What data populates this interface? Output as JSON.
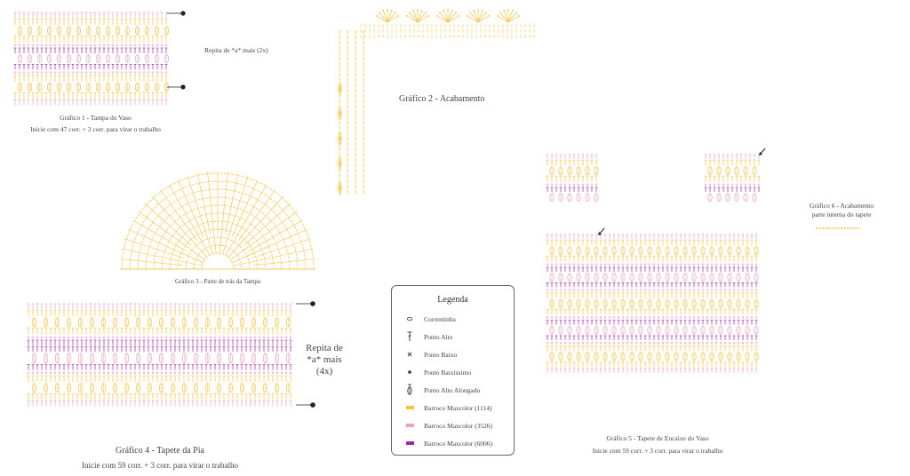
{
  "colors": {
    "yellow": "#f5c242",
    "pink": "#e9a0c4",
    "purple": "#a02aa0",
    "black": "#222222"
  },
  "chart1": {
    "repeat_label": "Repita de *a* mais (2x)",
    "caption_title": "Gráfico 1 - Tampa do Vaso",
    "caption_sub": "Inicie com 47 corr. + 3 corr. para virar o trabalho"
  },
  "chart2": {
    "caption": "Gráfico 2 - Acabamento"
  },
  "chart3": {
    "caption": "Gráfico 3 - Parte de trás da Tampa"
  },
  "chart4": {
    "repeat_label": "Repita de *a* mais (4x)",
    "caption_title": "Gráfico 4 - Tapete da Pia",
    "caption_sub": "Inicie com 59 corr. + 3 corr. para virar o trabalho"
  },
  "chart5": {
    "caption_title": "Gráfico 5 - Tapete de Encaixe do Vaso",
    "caption_sub": "Inicie com 59 corr. + 3 corr. para virar o trabalho"
  },
  "chart6": {
    "caption_line1": "Gráfico 6 - Acabamento",
    "caption_line2": "parte interna do tapete"
  },
  "legend": {
    "title": "Legenda",
    "items": [
      {
        "icon": "chain-stitch-icon",
        "label": "Correntinha"
      },
      {
        "icon": "double-crochet-icon",
        "label": "Ponto Alto"
      },
      {
        "icon": "single-crochet-icon",
        "label": "Ponto Baixo"
      },
      {
        "icon": "slip-stitch-icon",
        "label": "Ponto Baixíssimo"
      },
      {
        "icon": "elongated-double-crochet-icon",
        "label": "Ponto Alto Alongado"
      },
      {
        "icon": "swatch-yellow-icon",
        "label": "Barroco Maxcolor (1114)",
        "color": "#f5c242"
      },
      {
        "icon": "swatch-pink-icon",
        "label": "Barroco Maxcolor (3526)",
        "color": "#e9a0c4"
      },
      {
        "icon": "swatch-purple-icon",
        "label": "Barroco Maxcolor (6006)",
        "color": "#a02aa0"
      }
    ]
  }
}
